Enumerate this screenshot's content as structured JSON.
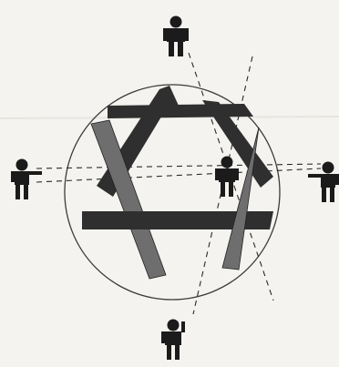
{
  "colors": {
    "paper": "#f4f3ef",
    "ink": "#1b1b1b",
    "bar_dark": "#2f2f2f",
    "bar_grey": "#6e6e6e",
    "circle_stroke": "#3a3a3a",
    "sight_line": "#2a2a2a"
  },
  "icons": {
    "observer": "person-icon",
    "shape": "impossible-triangle-icon"
  },
  "diagram": {
    "observers": [
      "top",
      "left",
      "center",
      "right",
      "bottom"
    ],
    "sight_lines": "dashed",
    "boundary": "circle"
  }
}
